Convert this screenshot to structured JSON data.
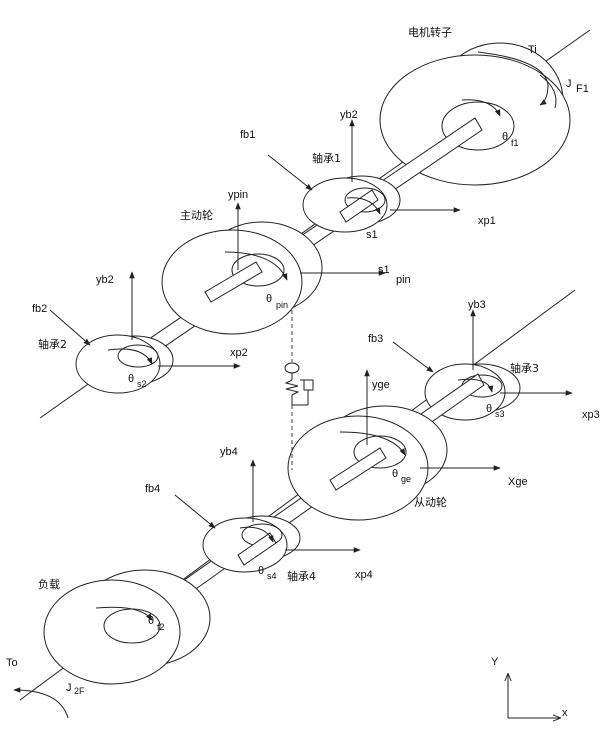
{
  "labels": {
    "motor_rotor": "电机转子",
    "Ti": "Ti",
    "J": "J",
    "F1": "F1",
    "yb2_top": "yb2",
    "fb1": "fb1",
    "bearing1": "轴承1",
    "theta_f1_sym": "θ",
    "theta_f1_sub": "f1",
    "xp1": "xp1",
    "s1_a": "s1",
    "s1_b": "s1",
    "ypin": "ypin",
    "drive_gear": "主动轮",
    "pin": "pin",
    "theta_pin_sym": "θ",
    "theta_pin_sub": "pin",
    "yb2_left": "yb2",
    "fb2": "fb2",
    "bearing2": "轴承2",
    "theta_s2_sym": "θ",
    "theta_s2_sub": "s2",
    "xp2": "xp2",
    "yb3": "yb3",
    "fb3": "fb3",
    "bearing3": "轴承3",
    "theta_s3_sym": "θ",
    "theta_s3_sub": "s3",
    "xp3": "xp3",
    "yge": "yge",
    "theta_ge_sym": "θ",
    "theta_ge_sub": "ge",
    "Xge": "Xge",
    "driven_gear": "从动轮",
    "yb4": "yb4",
    "fb4": "fb4",
    "theta_s4_sym": "θ",
    "theta_s4_sub": "s4",
    "bearing4": "轴承4",
    "xp4": "xp4",
    "load": "负载",
    "theta_f2_sym": "θ",
    "theta_f2_sub": "f2",
    "To": "To",
    "J2F": "J",
    "J2F_sub": "2F",
    "axis_Y": "Y",
    "axis_x": "x"
  }
}
